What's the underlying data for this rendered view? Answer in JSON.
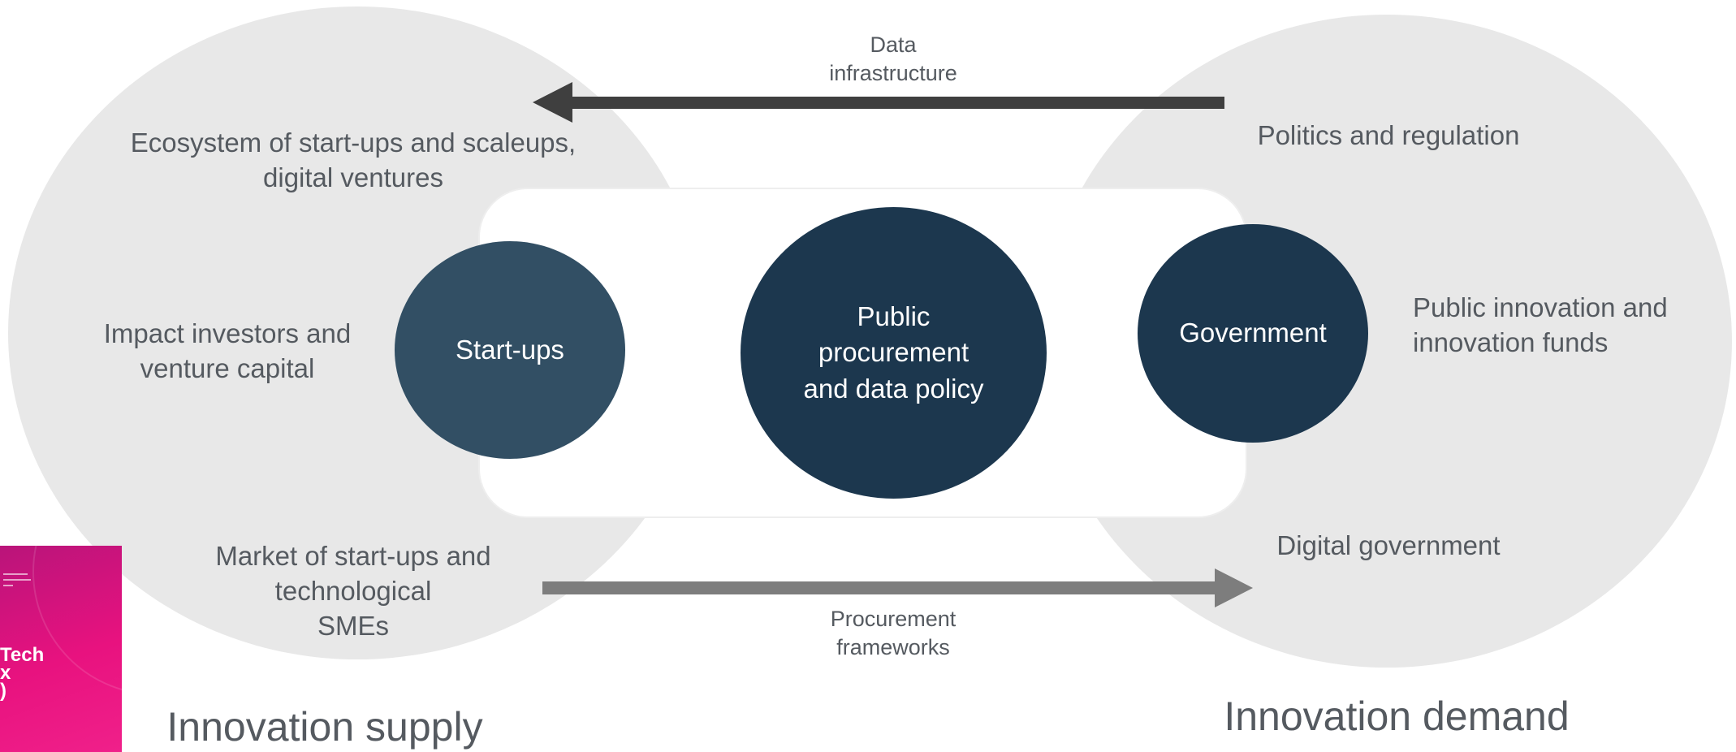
{
  "diagram": {
    "top_arrow_label": [
      "Data",
      "infrastructure"
    ],
    "bottom_arrow_label": [
      "Procurement",
      "frameworks"
    ],
    "left_group": {
      "items": [
        [
          "Ecosystem of start-ups and scaleups,",
          "digital ventures"
        ],
        [
          "Impact investors and",
          "venture capital"
        ],
        [
          "Market of start-ups and",
          "technological",
          "SMEs"
        ]
      ],
      "footer": "Innovation supply"
    },
    "right_group": {
      "items": [
        [
          "Politics and regulation"
        ],
        [
          "Public innovation and",
          "innovation funds"
        ],
        [
          "Digital government"
        ]
      ],
      "footer": "Innovation demand"
    },
    "nodes": {
      "startups": "Start-ups",
      "center": [
        "Public",
        "procurement",
        "and data policy"
      ],
      "government": "Government"
    },
    "thumbnail": {
      "text": [
        "Tech",
        "x",
        ")"
      ]
    }
  },
  "colors": {
    "ellipse_bg": "#e8e8e8",
    "node_light": "#324f64",
    "node_dark": "#1c374e",
    "arrow_top": "#3f3f3f",
    "arrow_bottom": "#7d7d7d",
    "thumb_pink": "#e8127f"
  }
}
